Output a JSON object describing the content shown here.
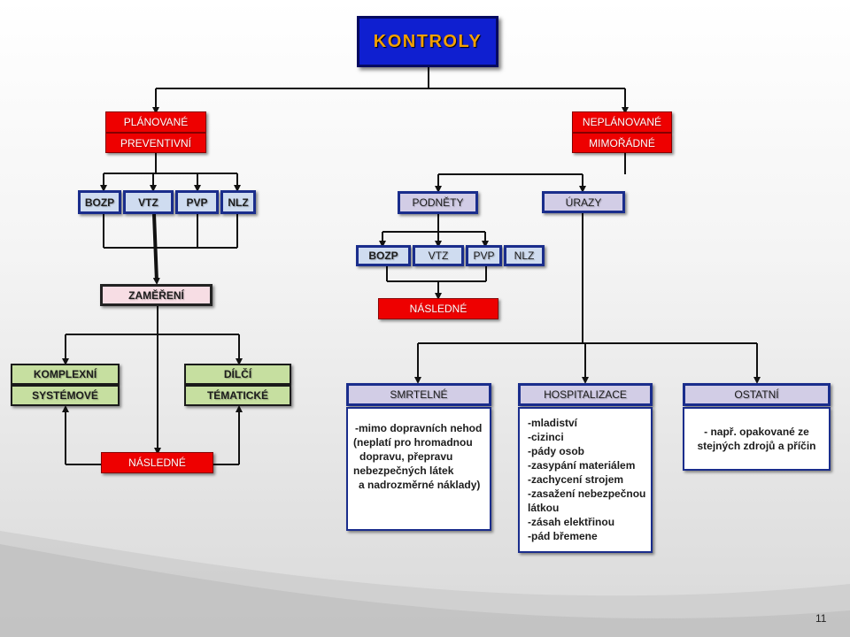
{
  "title": "KONTROLY",
  "planned": {
    "line1": "PLÁNOVANÉ",
    "line2": "PREVENTIVNÍ"
  },
  "unplanned": {
    "line1": "NEPLÁNOVANÉ",
    "line2": "MIMOŘÁDNÉ"
  },
  "row_tabs": [
    "BOZP",
    "VTZ",
    "PVP",
    "NLZ"
  ],
  "podnety": "PODNĚTY",
  "urazy": "ÚRAZY",
  "row_tabs2": [
    "BOZP",
    "VTZ",
    "PVP",
    "NLZ"
  ],
  "zamereni": "ZAMĚŘENÍ",
  "nasledne_top": "NÁSLEDNÉ",
  "komplexni": {
    "line1": "KOMPLEXNÍ",
    "line2": "SYSTÉMOVÉ"
  },
  "dilci": {
    "line1": "DÍLČÍ",
    "line2": "TÉMATICKÉ"
  },
  "nasledne_bottom": "NÁSLEDNÉ",
  "categories": {
    "smrtelne": {
      "header": "SMRTELNÉ",
      "lines": [
        "-mimo dopravních nehod",
        "(neplatí pro hromadnou",
        "dopravu, přepravu",
        "nebezpečných látek",
        "a nadrozměrné náklady)"
      ]
    },
    "hospitalizace": {
      "header": "HOSPITALIZACE",
      "lines": [
        "-mladiství",
        "-cizinci",
        "-pády osob",
        "-zasypání materiálem",
        "-zachycení strojem",
        "-zasažení nebezpečnou",
        "látkou",
        "-zásah elektřinou",
        "-pád břemene"
      ]
    },
    "ostatni": {
      "header": "OSTATNÍ",
      "lines": [
        "- např. opakované ze",
        "stejných zdrojů a příčin"
      ]
    }
  },
  "page_number": "11",
  "colors": {
    "title_bg": "#0f1fd0",
    "title_text": "#f2a000",
    "red": "#ee0000",
    "green": "#c6dfa0",
    "blue_border": "#1a2d8c"
  }
}
